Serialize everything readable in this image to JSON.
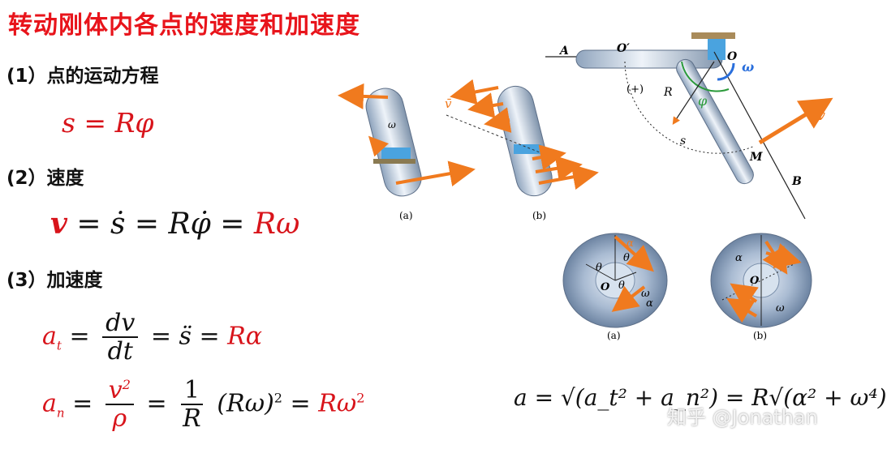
{
  "title": "转动刚体内各点的速度和加速度",
  "sections": {
    "s1": "(1）点的运动方程",
    "s2": "(2）速度",
    "s3": "(3）加速度"
  },
  "eq": {
    "s": "s = Rφ",
    "v_lhs": "v",
    "v_rest": "= ṡ = Rφ̇ =",
    "v_rhs": "Rω",
    "at_lhs": "a",
    "at_sub": "t",
    "at_num": "dv",
    "at_den": "dt",
    "at_mid": "= s̈ =",
    "at_rhs": "Rα",
    "an_lhs": "a",
    "an_sub": "n",
    "an_num": "v",
    "an_num_sup": "2",
    "an_den": "ρ",
    "an_frac2_num": "1",
    "an_frac2_den": "R",
    "an_paren": "(Rω)",
    "an_paren_sup": "2",
    "an_rhs": "Rω",
    "an_rhs_sup": "2",
    "total": "a = √(a_t² + a_n²) = R√(α² + ω⁴)"
  },
  "figure_labels": {
    "a": "A",
    "o_prime": "O′",
    "o": "O",
    "omega": "ω",
    "plus": "(+)",
    "r": "R",
    "phi": "φ",
    "s": "s",
    "m": "M",
    "b": "B",
    "vbar": "v̄",
    "cap_a": "(a)",
    "cap_b": "(b)",
    "theta": "θ",
    "alpha": "α"
  },
  "colors": {
    "title": "#e8141b",
    "accent": "#f07a1e",
    "formula_red": "#d8141b"
  },
  "watermark": "知乎 @Jonathan"
}
